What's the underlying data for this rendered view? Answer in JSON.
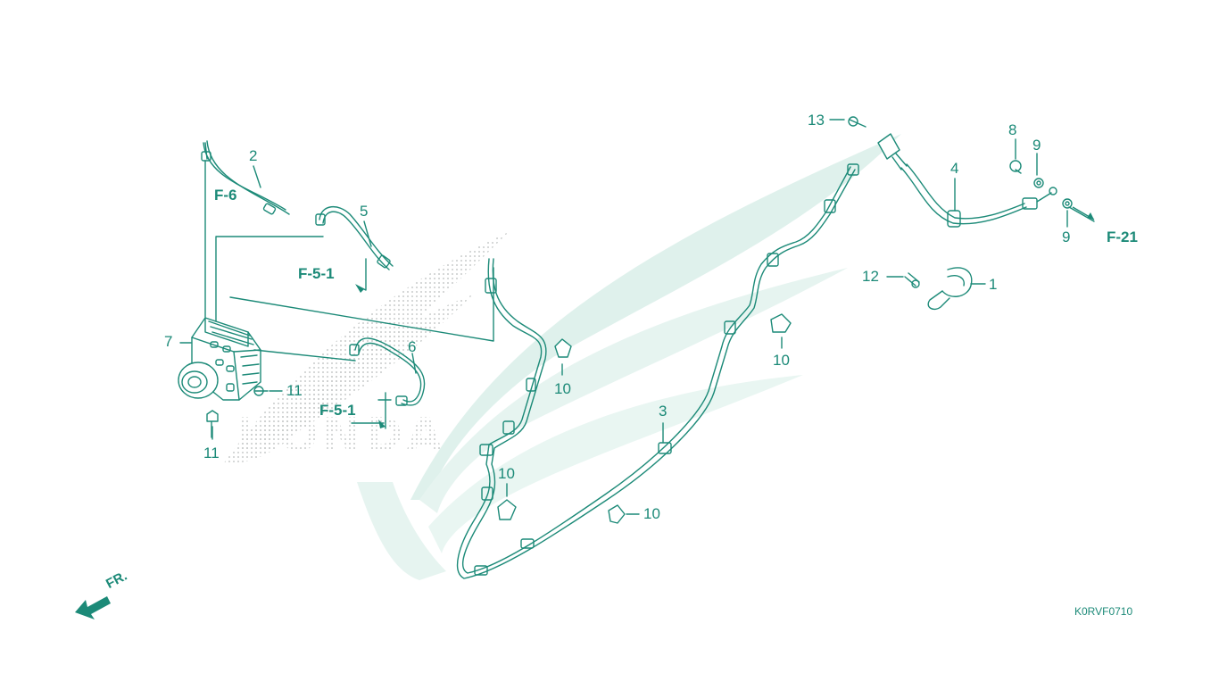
{
  "part_labels": [
    {
      "id": "p1",
      "text": "1"
    },
    {
      "id": "p2",
      "text": "2"
    },
    {
      "id": "p3",
      "text": "3"
    },
    {
      "id": "p4",
      "text": "4"
    },
    {
      "id": "p5",
      "text": "5"
    },
    {
      "id": "p6",
      "text": "6"
    },
    {
      "id": "p7",
      "text": "7"
    },
    {
      "id": "p8",
      "text": "8"
    },
    {
      "id": "p9a",
      "text": "9"
    },
    {
      "id": "p9b",
      "text": "9"
    },
    {
      "id": "p10a",
      "text": "10"
    },
    {
      "id": "p10b",
      "text": "10"
    },
    {
      "id": "p10c",
      "text": "10"
    },
    {
      "id": "p10d",
      "text": "10"
    },
    {
      "id": "p11a",
      "text": "11"
    },
    {
      "id": "p11b",
      "text": "11"
    },
    {
      "id": "p12",
      "text": "12"
    },
    {
      "id": "p13",
      "text": "13"
    }
  ],
  "references": {
    "f6": "F-6",
    "f51_top": "F-5-1",
    "f51_bottom": "F-5-1",
    "f21": "F-21"
  },
  "front_marker": "FR.",
  "diagram_code": "K0RVF0710",
  "colors": {
    "line": "#1c8a78",
    "watermark": "#dff1ec",
    "watermark_dots": "#c9cccb"
  }
}
